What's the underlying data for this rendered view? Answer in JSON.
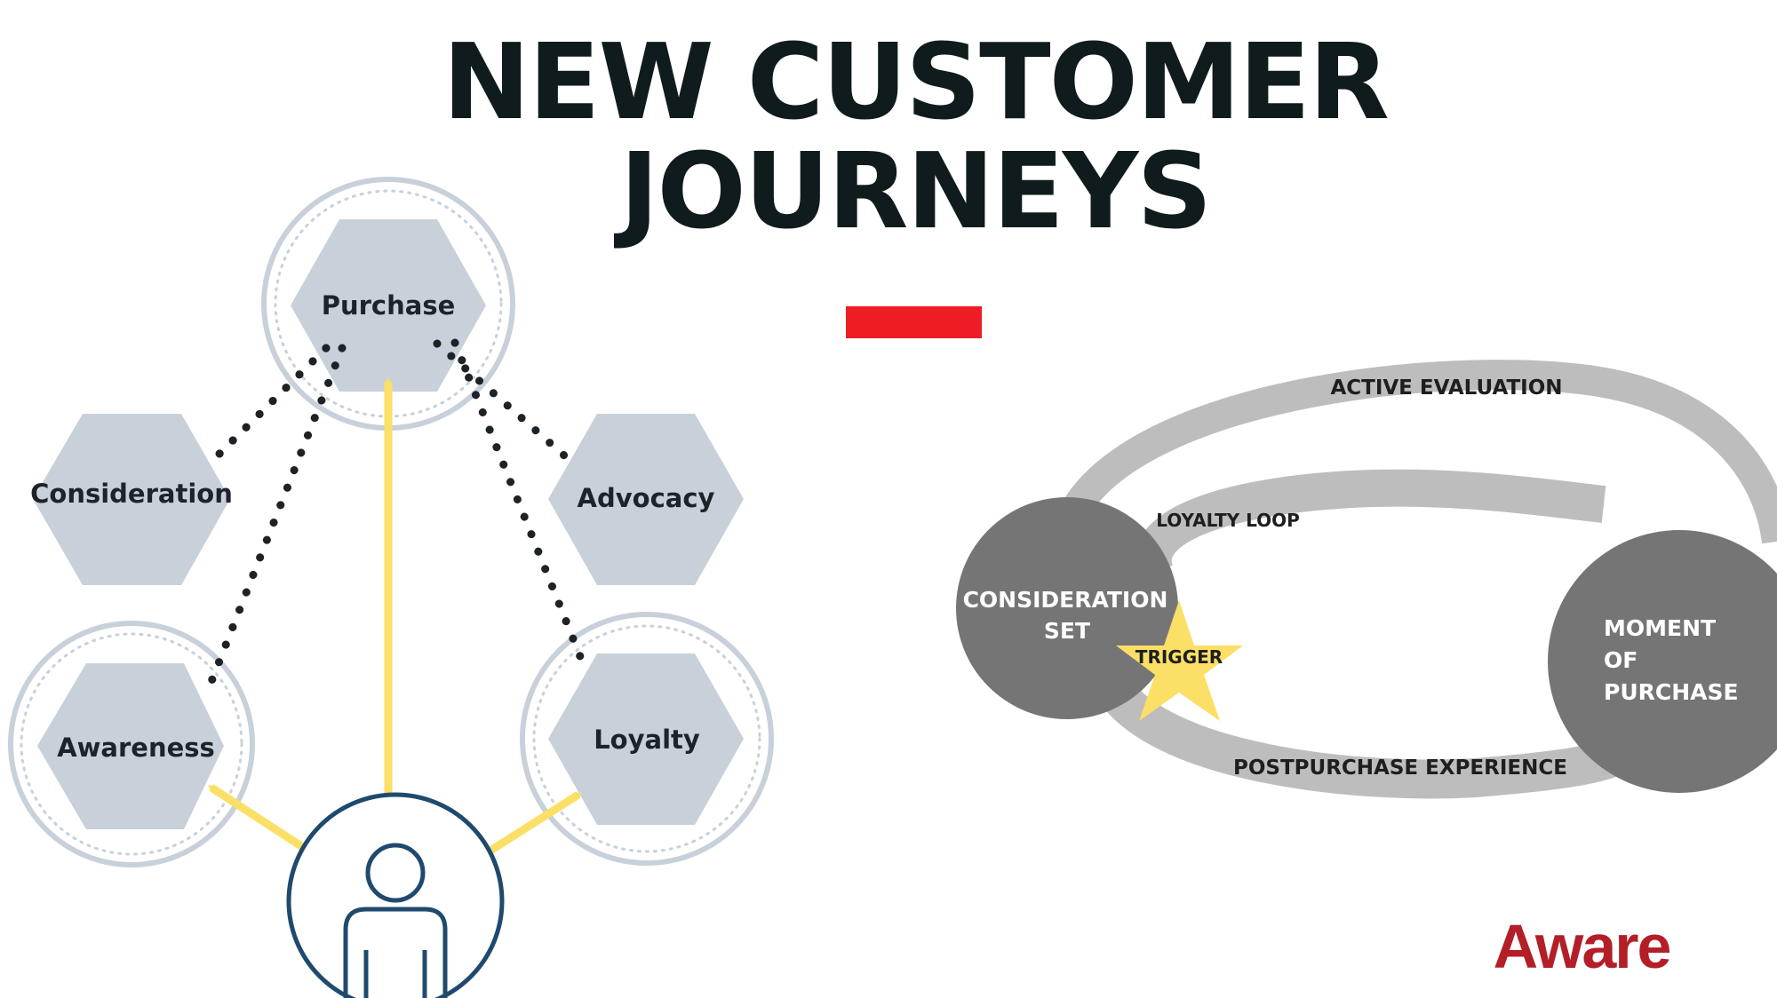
{
  "title": {
    "line1": "NEW CUSTOMER",
    "line2": "JOURNEYS",
    "accent_color": "#ee1c25"
  },
  "left_diagram": {
    "stages": {
      "purchase": "Purchase",
      "consideration": "Consideration",
      "advocacy": "Advocacy",
      "awareness": "Awareness",
      "loyalty": "Loyalty"
    },
    "colors": {
      "hexagon": "#c8d0da",
      "ring": "#c8d0da",
      "arrow": "#fbdf66",
      "dots": "#1c2226",
      "person": "#1f4a6e"
    },
    "icons": [
      "person-icon"
    ]
  },
  "right_diagram": {
    "loops": {
      "active_evaluation": "ACTIVE EVALUATION",
      "loyalty_loop": "LOYALTY LOOP",
      "postpurchase_experience": "POSTPURCHASE EXPERIENCE"
    },
    "nodes": {
      "consideration_set": [
        "CONSIDERATION",
        "SET"
      ],
      "moment_of_purchase": [
        "MOMENT",
        "OF",
        "PURCHASE"
      ],
      "trigger": "TRIGGER"
    },
    "colors": {
      "loop": "#bdbdbd",
      "node": "#757575",
      "star": "#fbdf66"
    }
  },
  "logo": {
    "text": "Aware",
    "color": "#b31e27"
  }
}
